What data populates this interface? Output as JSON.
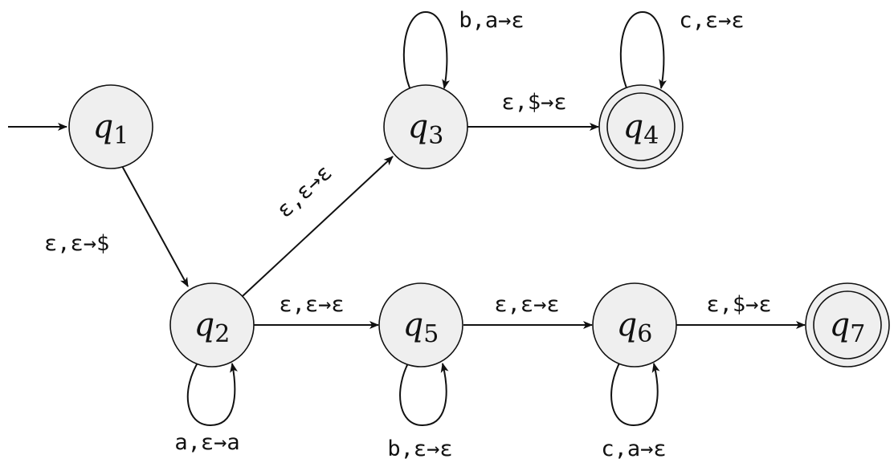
{
  "states": [
    {
      "id": "q1",
      "name": "q",
      "sub": "1",
      "accepting": false,
      "start": true
    },
    {
      "id": "q2",
      "name": "q",
      "sub": "2",
      "accepting": false,
      "start": false
    },
    {
      "id": "q3",
      "name": "q",
      "sub": "3",
      "accepting": false,
      "start": false
    },
    {
      "id": "q4",
      "name": "q",
      "sub": "4",
      "accepting": true,
      "start": false
    },
    {
      "id": "q5",
      "name": "q",
      "sub": "5",
      "accepting": false,
      "start": false
    },
    {
      "id": "q6",
      "name": "q",
      "sub": "6",
      "accepting": false,
      "start": false
    },
    {
      "id": "q7",
      "name": "q",
      "sub": "7",
      "accepting": true,
      "start": false
    }
  ],
  "transitions": [
    {
      "id": "t-q1-q2",
      "from": "q1",
      "to": "q2",
      "label": "ε,ε→$"
    },
    {
      "id": "t-q2-q3",
      "from": "q2",
      "to": "q3",
      "label": "ε,ε→ε"
    },
    {
      "id": "t-q3-q4",
      "from": "q3",
      "to": "q4",
      "label": "ε,$→ε"
    },
    {
      "id": "t-q2-q5",
      "from": "q2",
      "to": "q5",
      "label": "ε,ε→ε"
    },
    {
      "id": "t-q5-q6",
      "from": "q5",
      "to": "q6",
      "label": "ε,ε→ε"
    },
    {
      "id": "t-q6-q7",
      "from": "q6",
      "to": "q7",
      "label": "ε,$→ε"
    },
    {
      "id": "t-q2-q2",
      "from": "q2",
      "to": "q2",
      "label": "a,ε→a"
    },
    {
      "id": "t-q3-q3",
      "from": "q3",
      "to": "q3",
      "label": "b,a→ε"
    },
    {
      "id": "t-q4-q4",
      "from": "q4",
      "to": "q4",
      "label": "c,ε→ε"
    },
    {
      "id": "t-q5-q5",
      "from": "q5",
      "to": "q5",
      "label": "b,ε→ε"
    },
    {
      "id": "t-q6-q6",
      "from": "q6",
      "to": "q6",
      "label": "c,a→ε"
    }
  ]
}
